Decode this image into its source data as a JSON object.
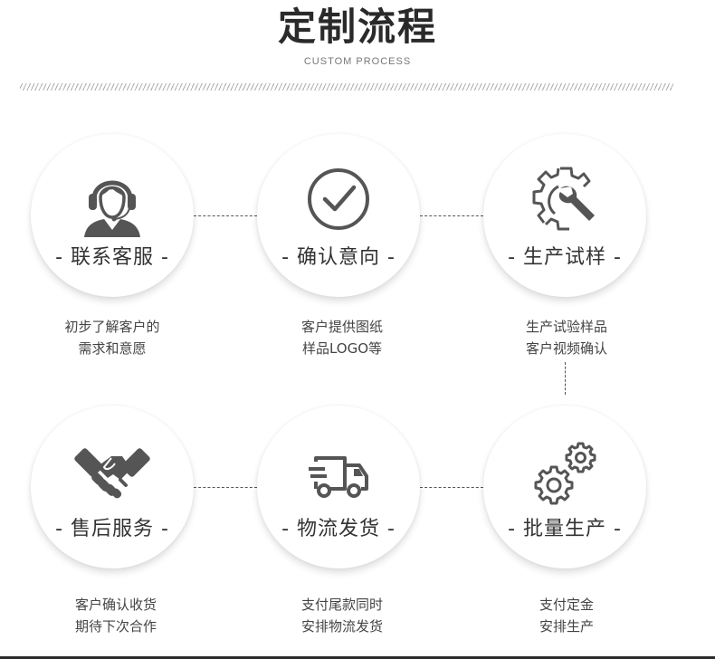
{
  "header": {
    "title": "定制流程",
    "subtitle": "CUSTOM PROCESS"
  },
  "colors": {
    "icon": "#555555",
    "text": "#333333",
    "background": "#ffffff"
  },
  "steps": [
    {
      "icon": "customer-service-headset-icon",
      "label": "- 联系客服 -",
      "desc_line1": "初步了解客户的",
      "desc_line2": "需求和意愿"
    },
    {
      "icon": "checkmark-circle-icon",
      "label": "- 确认意向 -",
      "desc_line1": "客户提供图纸",
      "desc_line2": "样品LOGO等"
    },
    {
      "icon": "gear-wrench-icon",
      "label": "- 生产试样 -",
      "desc_line1": "生产试验样品",
      "desc_line2": "客户视频确认"
    },
    {
      "icon": "handshake-icon",
      "label": "- 售后服务 -",
      "desc_line1": "客户确认收货",
      "desc_line2": "期待下次合作"
    },
    {
      "icon": "delivery-truck-icon",
      "label": "- 物流发货 -",
      "desc_line1": "支付尾款同时",
      "desc_line2": "安排物流发货"
    },
    {
      "icon": "gears-icon",
      "label": "- 批量生产 -",
      "desc_line1": "支付定金",
      "desc_line2": "安排生产"
    }
  ]
}
